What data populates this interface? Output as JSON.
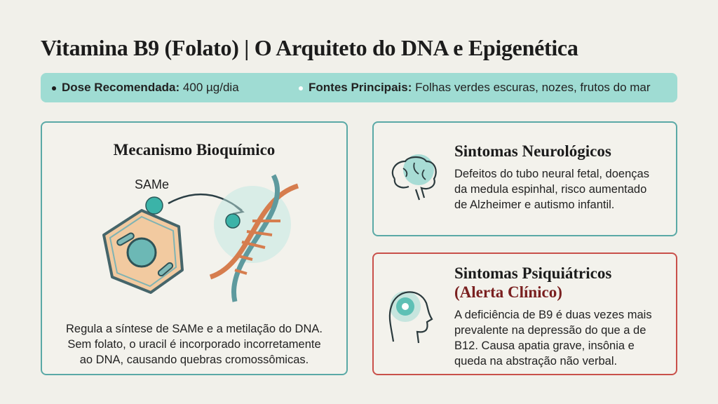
{
  "title": "Vitamina B9 (Folato) | O Arquiteto do DNA e Epigenética",
  "banner": {
    "dose_label": "Dose Recomendada:",
    "dose_value": "400 µg/dia",
    "sources_label": "Fontes Principais:",
    "sources_value": "Folhas verdes escuras, nozes, frutos do mar"
  },
  "mechanism": {
    "heading": "Mecanismo Bioquímico",
    "molecule_label": "SAMe",
    "text": [
      "Regula a síntese de SAMe e a metilação do DNA.",
      "Sem folato, o uracil é incorporado incorretamente",
      "ao DNA, causando quebras cromossômicas."
    ]
  },
  "neuro": {
    "heading": "Sintomas Neurológicos",
    "text": [
      "Defeitos do tubo neural fetal, doenças",
      "da medula espinhal, risco aumentado",
      "de Alzheimer e autismo infantil."
    ]
  },
  "psych": {
    "heading": "Sintomas Psiquiátricos",
    "alert": "(Alerta Clínico)",
    "text": [
      "A deficiência de B9 é duas vezes mais",
      "prevalente na depressão do que a de",
      "B12. Causa apatia grave, insônia e",
      "queda na abstração não verbal."
    ]
  },
  "colors": {
    "teal": "#5aa9a6",
    "red": "#c9504a",
    "banner": "#9fdcd3",
    "alert": "#7a2020"
  },
  "icons": [
    "cell-icon",
    "dna-icon",
    "brain-icon",
    "head-icon"
  ]
}
